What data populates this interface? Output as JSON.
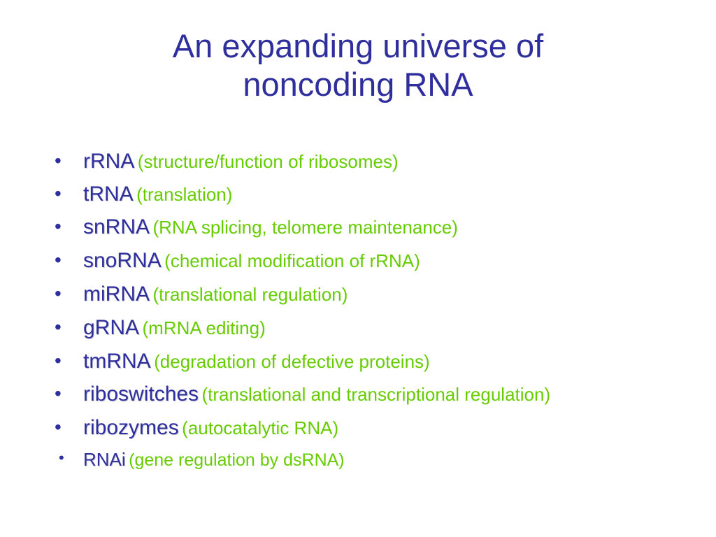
{
  "slide": {
    "title_line1": "An expanding universe of",
    "title_line2": "noncoding RNA"
  },
  "bullets": [
    {
      "symbol": "•",
      "term": "rRNA",
      "desc": "(structure/function of ribosomes)"
    },
    {
      "symbol": "•",
      "term": "tRNA",
      "desc": "(translation)"
    },
    {
      "symbol": "•",
      "term": "snRNA",
      "desc": "(RNA splicing, telomere maintenance)"
    },
    {
      "symbol": "•",
      "term": "snoRNA",
      "desc": "(chemical modification of rRNA)"
    },
    {
      "symbol": "•",
      "term": "miRNA",
      "desc": "(translational regulation)"
    },
    {
      "symbol": "•",
      "term": "gRNA",
      "desc": "(mRNA editing)"
    },
    {
      "symbol": "•",
      "term": "tmRNA",
      "desc": "(degradation of defective proteins)"
    },
    {
      "symbol": "•",
      "term": "riboswitches",
      "desc": "(translational and transcriptional regulation)"
    },
    {
      "symbol": "•",
      "term": "ribozymes",
      "desc": "(autocatalytic RNA)"
    },
    {
      "symbol": "•",
      "term": "RNAi",
      "desc": "(gene regulation by dsRNA)"
    }
  ],
  "colors": {
    "title": "#2e2e9c",
    "term": "#2e2e9c",
    "description": "#66cc00",
    "background": "#ffffff"
  }
}
